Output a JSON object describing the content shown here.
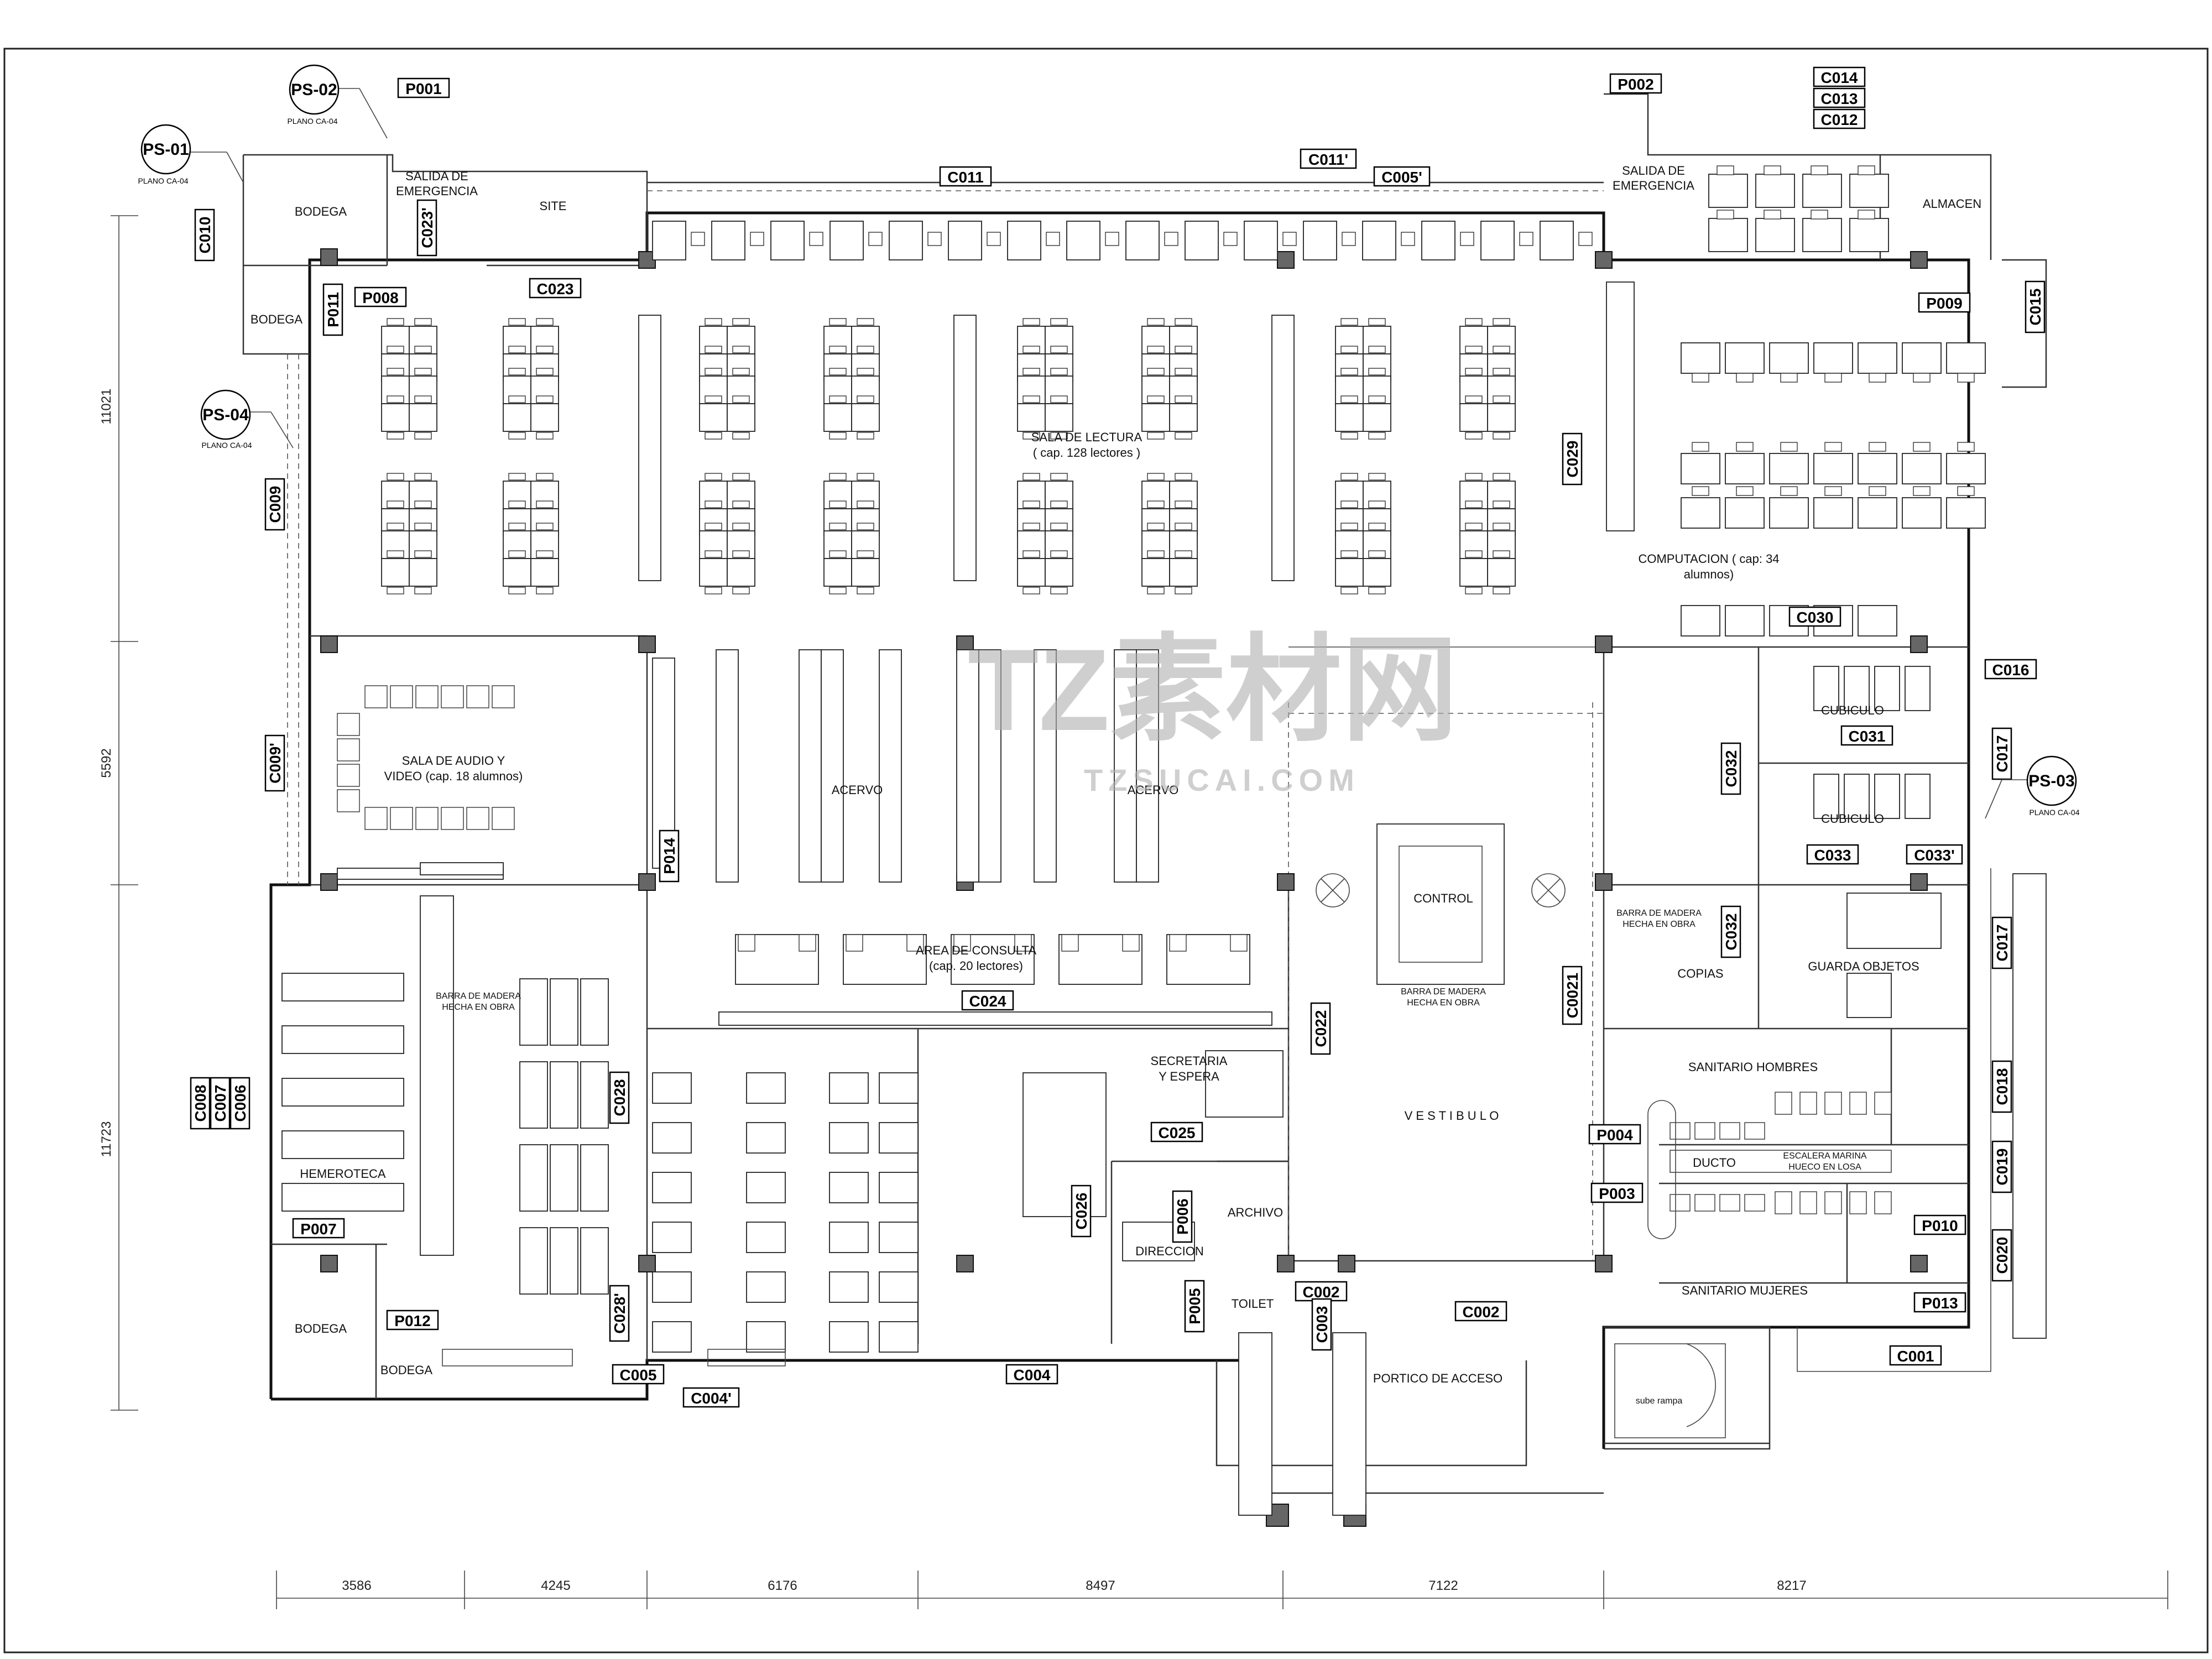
{
  "rooms": {
    "sala_lectura": "SALA DE LECTURA",
    "sala_lectura_cap": "( cap. 128 lectores )",
    "computacion": "COMPUTACION ( cap: 34",
    "computacion_2": "alumnos)",
    "almacen": "ALMACEN",
    "salida_emergencia_left_1": "SALIDA DE",
    "salida_emergencia_left_2": "EMERGENCIA",
    "salida_emergencia_right_1": "SALIDA DE",
    "salida_emergencia_right_2": "EMERGENCIA",
    "site": "SITE",
    "bodega_1": "BODEGA",
    "bodega_2": "BODEGA",
    "bodega_3": "BODEGA",
    "bodega_4": "BODEGA",
    "sala_audio_1": "SALA DE AUDIO Y",
    "sala_audio_2": "VIDEO (cap. 18 alumnos)",
    "acervo_1": "ACERVO",
    "acervo_2": "ACERVO",
    "control": "CONTROL",
    "barra_control_1": "BARRA DE MADERA",
    "barra_control_2": "HECHA EN OBRA",
    "cubiculo_1": "CUBICULO",
    "cubiculo_2": "CUBICULO",
    "barra_copias_1": "BARRA DE MADERA",
    "barra_copias_2": "HECHA EN OBRA",
    "copias": "COPIAS",
    "guarda_objetos": "GUARDA OBJETOS",
    "area_consulta_1": "AREA DE CONSULTA",
    "area_consulta_2": "(cap. 20 lectores)",
    "barra_hemeroteca_1": "BARRA DE MADERA",
    "barra_hemeroteca_2": "HECHA EN OBRA",
    "hemeroteca": "HEMEROTECA",
    "secretaria_1": "SECRETARIA",
    "secretaria_2": "Y ESPERA",
    "direccion": "DIRECCION",
    "archivo": "ARCHIVO",
    "toilet": "TOILET",
    "vestibulo": "V E S T I B U L O",
    "sanitario_hombres": "SANITARIO HOMBRES",
    "sanitario_mujeres": "SANITARIO MUJERES",
    "ducto": "DUCTO",
    "escalera_1": "ESCALERA MARINA",
    "escalera_2": "HUECO EN LOSA",
    "portico": "PORTICO DE ACCESO",
    "sube_rampa": "sube rampa"
  },
  "tags": {
    "p001": "P001",
    "p002": "P002",
    "p003": "P003",
    "p004": "P004",
    "p005": "P005",
    "p006": "P006",
    "p007": "P007",
    "p008": "P008",
    "p009": "P009",
    "p010": "P010",
    "p011": "P011",
    "p012": "P012",
    "p013": "P013",
    "p014": "P014",
    "c001": "C001",
    "c002a": "C002",
    "c002b": "C002",
    "c003": "C003",
    "c004": "C004",
    "c004p": "C004'",
    "c005": "C005",
    "c005p": "C005'",
    "c006": "C006",
    "c007": "C007",
    "c008": "C008",
    "c009": "C009",
    "c009p": "C009'",
    "c010": "C010",
    "c011": "C011",
    "c011p": "C011'",
    "c012": "C012",
    "c013": "C013",
    "c014": "C014",
    "c015": "C015",
    "c016": "C016",
    "c017a": "C017",
    "c017b": "C017",
    "c018": "C018",
    "c019": "C019",
    "c020": "C020",
    "c0021": "C0021",
    "c022": "C022",
    "c023": "C023",
    "c023p": "C023'",
    "c024": "C024",
    "c025": "C025",
    "c026": "C026",
    "c028": "C028",
    "c028p": "C028'",
    "c029": "C029",
    "c030": "C030",
    "c031": "C031",
    "c032a": "C032",
    "c032b": "C032",
    "c033": "C033",
    "c033p": "C033'"
  },
  "section_markers": {
    "ps01": {
      "label": "PS-01",
      "ref": "PLANO CA-04"
    },
    "ps02": {
      "label": "PS-02",
      "ref": "PLANO CA-04"
    },
    "ps03": {
      "label": "PS-03",
      "ref": "PLANO CA-04"
    },
    "ps04": {
      "label": "PS-04",
      "ref": "PLANO CA-04"
    }
  },
  "dimensions": {
    "bottom": [
      "3586",
      "4245",
      "6176",
      "8497",
      "7122",
      "8217"
    ],
    "left": [
      "11021",
      "5592",
      "11723"
    ]
  },
  "watermark": {
    "brand": "TZ素材网",
    "url": "TZSUCAI.COM"
  }
}
